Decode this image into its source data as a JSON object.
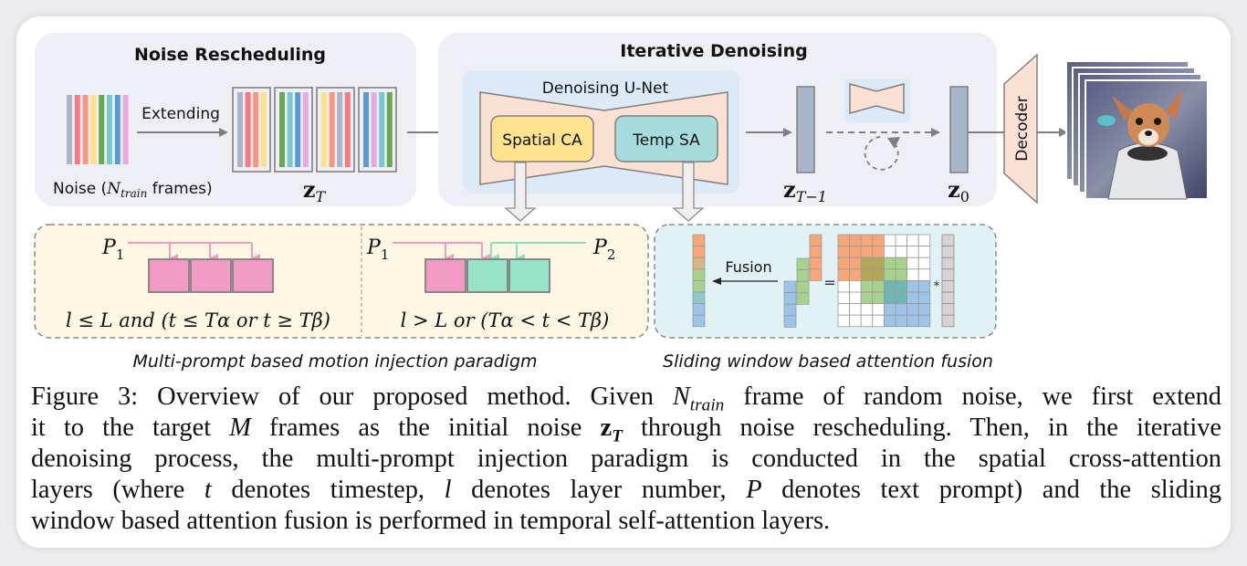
{
  "figure": {
    "noise_rescheduling": {
      "title": "Noise Rescheduling",
      "extend_label": "Extending",
      "noise_label_prefix": "Noise (",
      "noise_label_var": "N",
      "noise_label_sub": "train",
      "noise_label_suffix": " frames)",
      "zt_label": "z",
      "zt_sub": "T",
      "noise_colors": [
        "#aab4c8",
        "#f77a82",
        "#f9977e",
        "#fde18a",
        "#6aa84f",
        "#76c9d2",
        "#5b9bd5",
        "#e8a8e0"
      ],
      "groups": [
        [
          "#aab4c8",
          "#f77a82",
          "#f9977e",
          "#fde18a"
        ],
        [
          "#6aa84f",
          "#76c9d2",
          "#5b9bd5",
          "#e8a8e0"
        ],
        [
          "#fde18a",
          "#f9977e",
          "#aab4c8",
          "#f77a82"
        ],
        [
          "#5b9bd5",
          "#e8a8e0",
          "#76c9d2",
          "#6aa84f"
        ]
      ]
    },
    "iterative_denoising": {
      "title": "Iterative Denoising",
      "unet_label": "Denoising U-Net",
      "spatial_label": "Spatial CA",
      "temp_label": "Temp SA",
      "zt1_label": "z",
      "zt1_sub": "T−1",
      "z0_label": "z",
      "z0_sub": "0"
    },
    "decoder_label": "Decoder",
    "output_image_desc": "chihuahua in astronaut suit frames",
    "multi_prompt": {
      "p1": "P",
      "p1_sub": "1",
      "p2": "P",
      "p2_sub": "2",
      "cond_left": "l ≤ L and (t ≤ Tα or t ≥ Tβ)",
      "cond_right": "l > L or (Tα < t < Tβ)",
      "caption": "Multi-prompt based motion injection paradigm"
    },
    "sliding_window": {
      "fusion_label": "Fusion",
      "equals": "=",
      "times": "*",
      "caption": "Sliding window based attention fusion"
    },
    "colors": {
      "panel_bg": "#eeeff4",
      "unet_bg": "#dde9f6",
      "unet_body": "#fbe0d4",
      "spatial": "#fde28f",
      "temp": "#a6dcdc",
      "latent": "#a8b4c8",
      "prompt_bg": "#fdf6e3",
      "fusion_bg": "#e0f2f4",
      "pink": "#f09ac4",
      "mint": "#98e2c6",
      "orange": "#f8a678",
      "green": "#a9d18e",
      "blue": "#9dc3e6",
      "gray": "#d4d4d4"
    }
  },
  "caption": {
    "lines": [
      [
        "Figure 3: Overview of our proposed method. Given ",
        {
          "m": "N",
          "sub": "train"
        },
        " frame of random noise, we first extend"
      ],
      [
        "it to the target ",
        {
          "m": "M"
        },
        " frames as the initial noise ",
        {
          "b": "z",
          "sub": "T"
        },
        " through noise rescheduling. Then, in the iterative"
      ],
      [
        "denoising process, the multi-prompt injection paradigm is conducted in the spatial cross-attention"
      ],
      [
        "layers (where ",
        {
          "m": "t"
        },
        " denotes timestep, ",
        {
          "m": "l"
        },
        " denotes layer number, ",
        {
          "m": "P"
        },
        " denotes text prompt) and the sliding"
      ],
      [
        "window based attention fusion is performed in temporal self-attention layers."
      ]
    ]
  }
}
